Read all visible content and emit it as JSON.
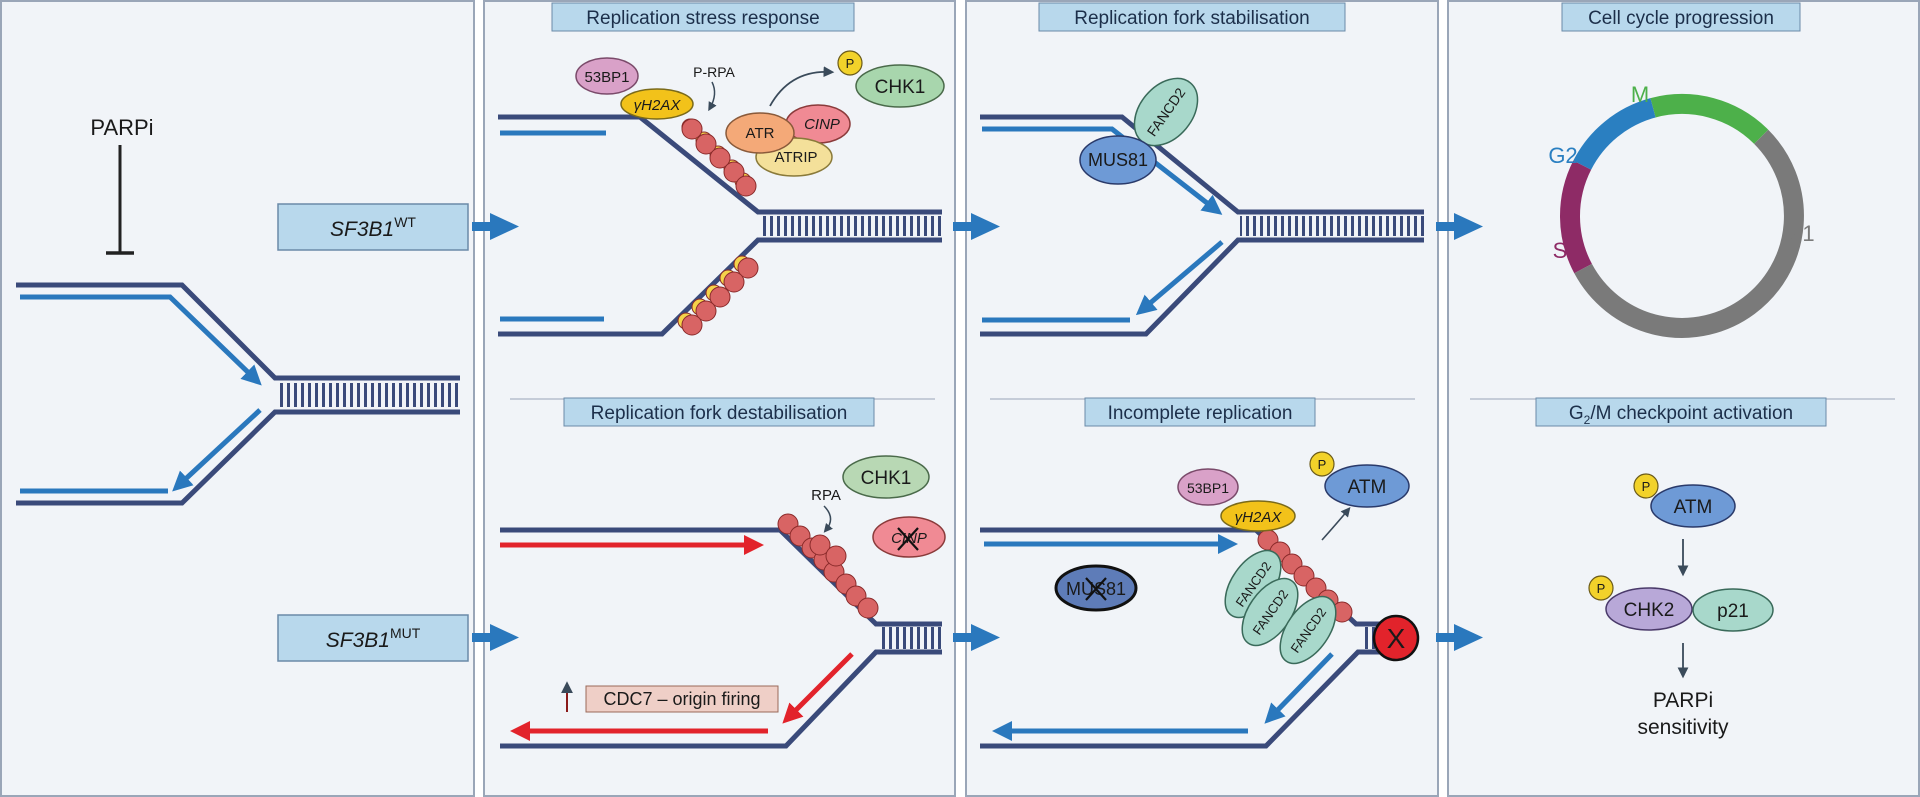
{
  "panels": {
    "left": {
      "drug": "PARPi"
    },
    "genotypes": {
      "wt_gene": "SF3B1",
      "wt_sup": "WT",
      "mut_gene": "SF3B1",
      "mut_sup": "MUT"
    },
    "replication_stress": {
      "title": "Replication stress response",
      "proteins": [
        "53BP1",
        "γH2AX",
        "ATR",
        "CINP",
        "ATRIP",
        "CHK1"
      ],
      "p_rpa": "P-RPA",
      "phospho": "P"
    },
    "fork_stabilisation": {
      "title": "Replication fork stabilisation",
      "proteins": [
        "FANCD2",
        "MUS81"
      ]
    },
    "cell_cycle": {
      "title": "Cell cycle progression",
      "phases": [
        {
          "name": "M",
          "color": "#4db04a"
        },
        {
          "name": "G2",
          "color": "#2a7fc1"
        },
        {
          "name": "S",
          "color": "#8e2b66"
        },
        {
          "name": "G1",
          "color": "#7a7a7a"
        }
      ]
    },
    "fork_destabilisation": {
      "title": "Replication fork destabilisation",
      "proteins": [
        "CHK1",
        "CINP"
      ],
      "rpa": "RPA",
      "origin_label": "CDC7 – origin firing"
    },
    "incomplete_replication": {
      "title": "Incomplete replication",
      "proteins": [
        "53BP1",
        "γH2AX",
        "ATM",
        "MUS81",
        "FANCD2",
        "FANCD2",
        "FANCD2"
      ],
      "phospho": "P",
      "block": "X"
    },
    "checkpoint": {
      "title_pre": "G",
      "title_sub": "2",
      "title_post": "/M checkpoint activation",
      "proteins": [
        "ATM",
        "CHK2",
        "p21"
      ],
      "phospho": "P",
      "outcome_line1": "PARPi",
      "outcome_line2": "sensitivity"
    }
  },
  "colors": {
    "panel_bg": "#f1f4f8",
    "panel_border": "#9aa6b8",
    "dna_dark": "#3a4a7a",
    "dna_blue": "#2a78bd",
    "red_strand": "#e2232b",
    "title_box": "#b8d8ec"
  }
}
